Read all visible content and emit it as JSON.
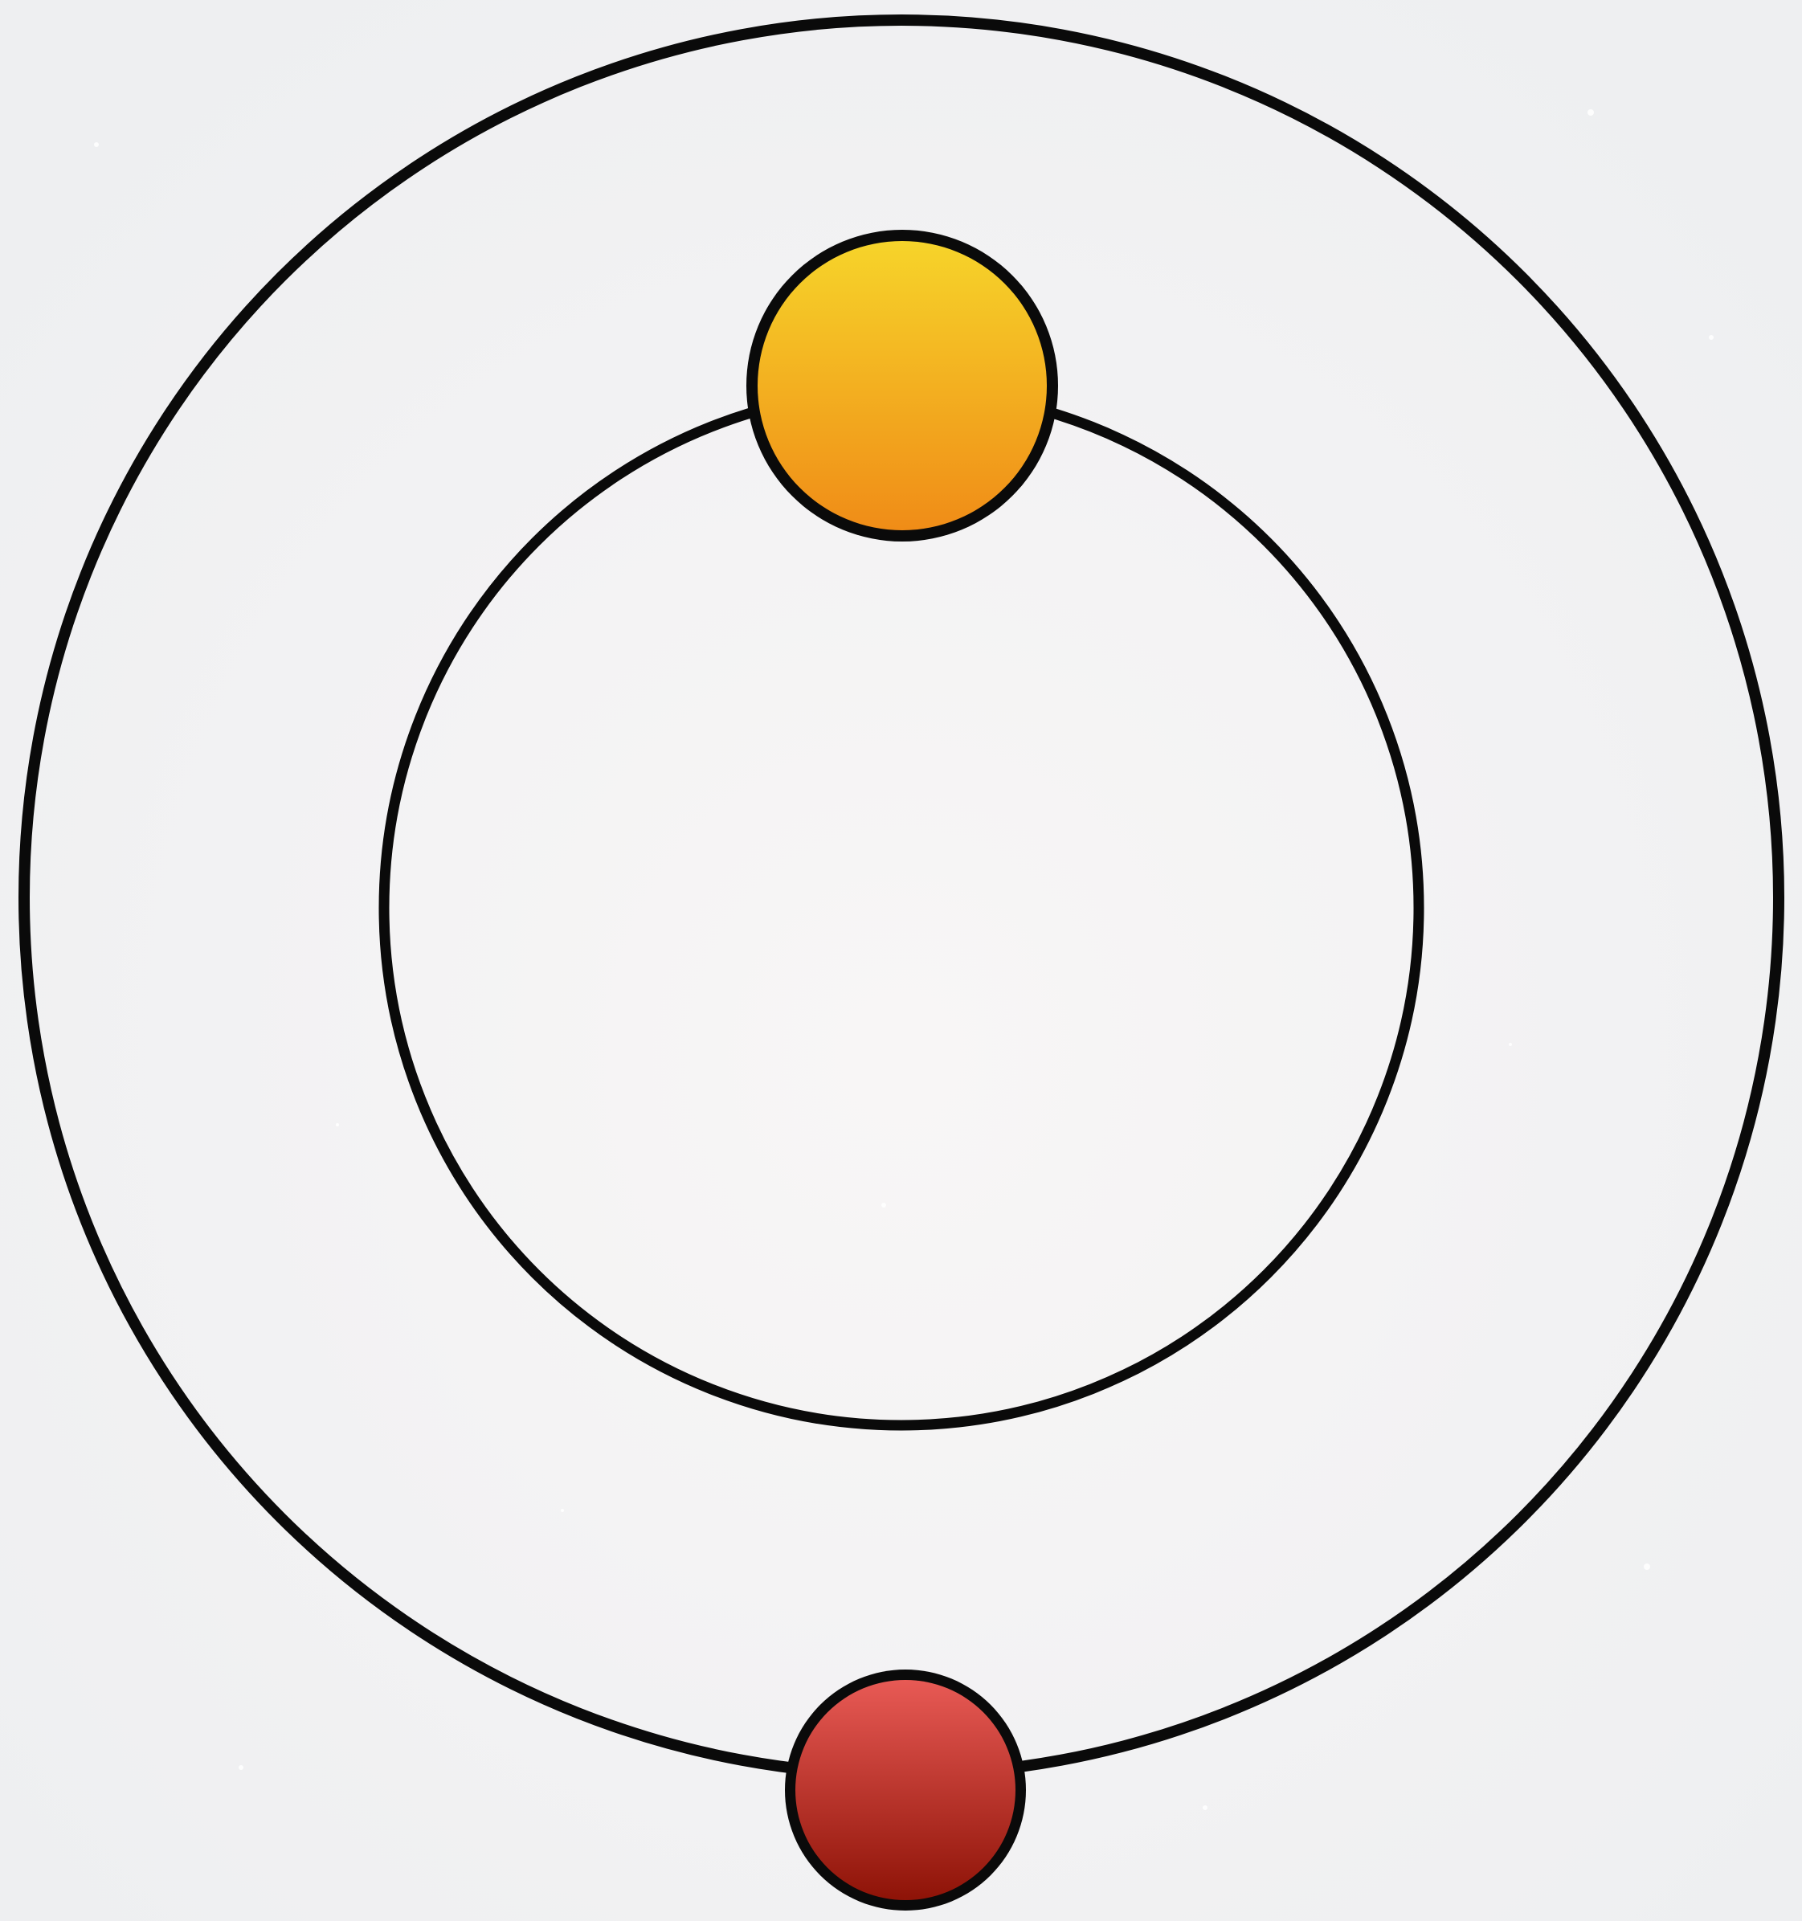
{
  "diagram": {
    "background_color": "#f1f1f2",
    "orbit_color": "#0a0a0a",
    "orbits": [
      {
        "id": "outer-orbit"
      },
      {
        "id": "inner-orbit"
      }
    ],
    "bodies": [
      {
        "id": "yellow-planet",
        "color_top": "#f6d42a",
        "color_bottom": "#f08c17"
      },
      {
        "id": "red-planet",
        "color_top": "#e85a55",
        "color_bottom": "#8e1307"
      }
    ]
  }
}
